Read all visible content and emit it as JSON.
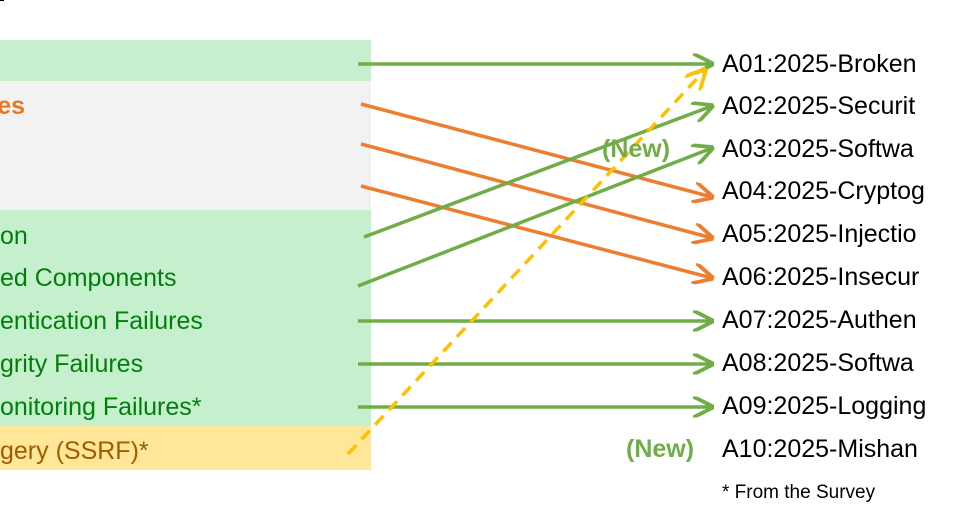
{
  "left_items": [
    {
      "text": "",
      "color": "green"
    },
    {
      "text": "es",
      "color": "orange"
    },
    {
      "text": "",
      "color": "grey"
    },
    {
      "text": "",
      "color": "grey"
    },
    {
      "text": "on",
      "color": "green"
    },
    {
      "text": "ed Components",
      "color": "green"
    },
    {
      "text": "entication Failures",
      "color": "green"
    },
    {
      "text": "grity Failures",
      "color": "green"
    },
    {
      "text": "onitoring Failures*",
      "color": "green"
    },
    {
      "text": "gery (SSRF)*",
      "color": "brown"
    }
  ],
  "right_items": [
    {
      "text": "A01:2025-Broken"
    },
    {
      "text": "A02:2025-Securit"
    },
    {
      "text": "A03:2025-Softwa",
      "tag": "(New)"
    },
    {
      "text": "A04:2025-Cryptog"
    },
    {
      "text": "A05:2025-Injectio"
    },
    {
      "text": "A06:2025-Insecur"
    },
    {
      "text": "A07:2025-Authen"
    },
    {
      "text": "A08:2025-Softwa"
    },
    {
      "text": "A09:2025-Logging"
    },
    {
      "text": "A10:2025-Mishan",
      "tag": "(New)"
    }
  ],
  "footnote": "* From the Survey",
  "colors": {
    "green_arrow": "#70ad47",
    "orange_arrow": "#ed7d31",
    "yellow_arrow": "#ffc000",
    "green_text": "#00800a",
    "orange_text": "#e8781f",
    "band_green": "#c6efce",
    "band_grey": "#f2f2f2",
    "band_yellow": "#ffe699"
  },
  "mappings": [
    {
      "from": 0,
      "to": 0,
      "style": "green"
    },
    {
      "from": 1,
      "to": 3,
      "style": "orange"
    },
    {
      "from": 2,
      "to": 4,
      "style": "orange"
    },
    {
      "from": 3,
      "to": 5,
      "style": "orange"
    },
    {
      "from": 4,
      "to": 1,
      "style": "green"
    },
    {
      "from": 5,
      "to": 2,
      "style": "green"
    },
    {
      "from": 6,
      "to": 6,
      "style": "green"
    },
    {
      "from": 7,
      "to": 7,
      "style": "green"
    },
    {
      "from": 8,
      "to": 8,
      "style": "green"
    },
    {
      "from": 9,
      "to": 0,
      "style": "yellow-dashed"
    }
  ]
}
